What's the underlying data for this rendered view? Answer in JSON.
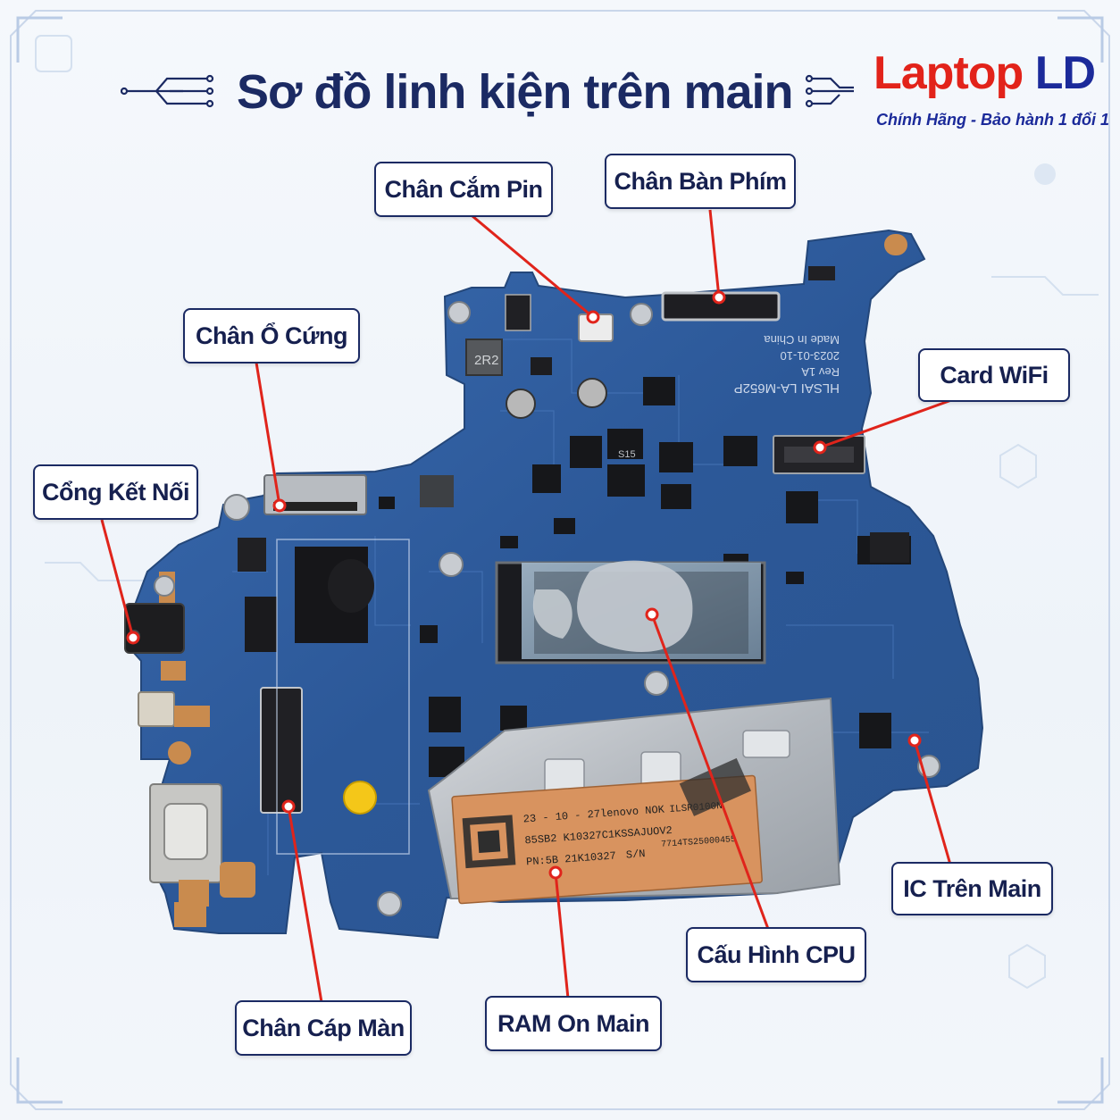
{
  "header": {
    "title": "Sơ đồ linh kiện trên main",
    "brand_part1": "Laptop",
    "brand_part2": "LD",
    "tagline": "Chính Hãng - Bảo hành 1 đổi 1"
  },
  "colors": {
    "title": "#1b2a63",
    "brand_red": "#e2231a",
    "brand_blue": "#1b2a9a",
    "leader_line": "#e0241b",
    "pcb": "#2d5a9c"
  },
  "callouts": [
    {
      "id": "chan-cam-pin",
      "label": "Chân Cắm Pin"
    },
    {
      "id": "chan-ban-phim",
      "label": "Chân Bàn Phím"
    },
    {
      "id": "chan-o-cung",
      "label": "Chân Ổ Cứng"
    },
    {
      "id": "card-wifi",
      "label": "Card WiFi"
    },
    {
      "id": "cong-ket-noi",
      "label": "Cổng Kết Nối"
    },
    {
      "id": "ic-tren-main",
      "label": "IC Trên Main"
    },
    {
      "id": "cau-hinh-cpu",
      "label": "Cấu Hình CPU"
    },
    {
      "id": "ram-on-main",
      "label": "RAM On Main"
    },
    {
      "id": "chan-cap-man",
      "label": "Chân Cáp Màn"
    }
  ],
  "board_markings": {
    "model": "HLSAI LA-M652P",
    "rev": "Rev 1A",
    "date": "2023-01-10",
    "made_in": "Made In China",
    "inductor": "2R2",
    "mosfet": "S15",
    "ram_sticker": {
      "line1": "23 - 10 - 27lenovo NOK",
      "line1b": "ILSR0100N",
      "line2": "85SB2 K10327C1KSSAJUOV2",
      "line2b": "7714TS25000455",
      "line3": "PN:5B 21K10327",
      "line3b": "S/N"
    }
  }
}
